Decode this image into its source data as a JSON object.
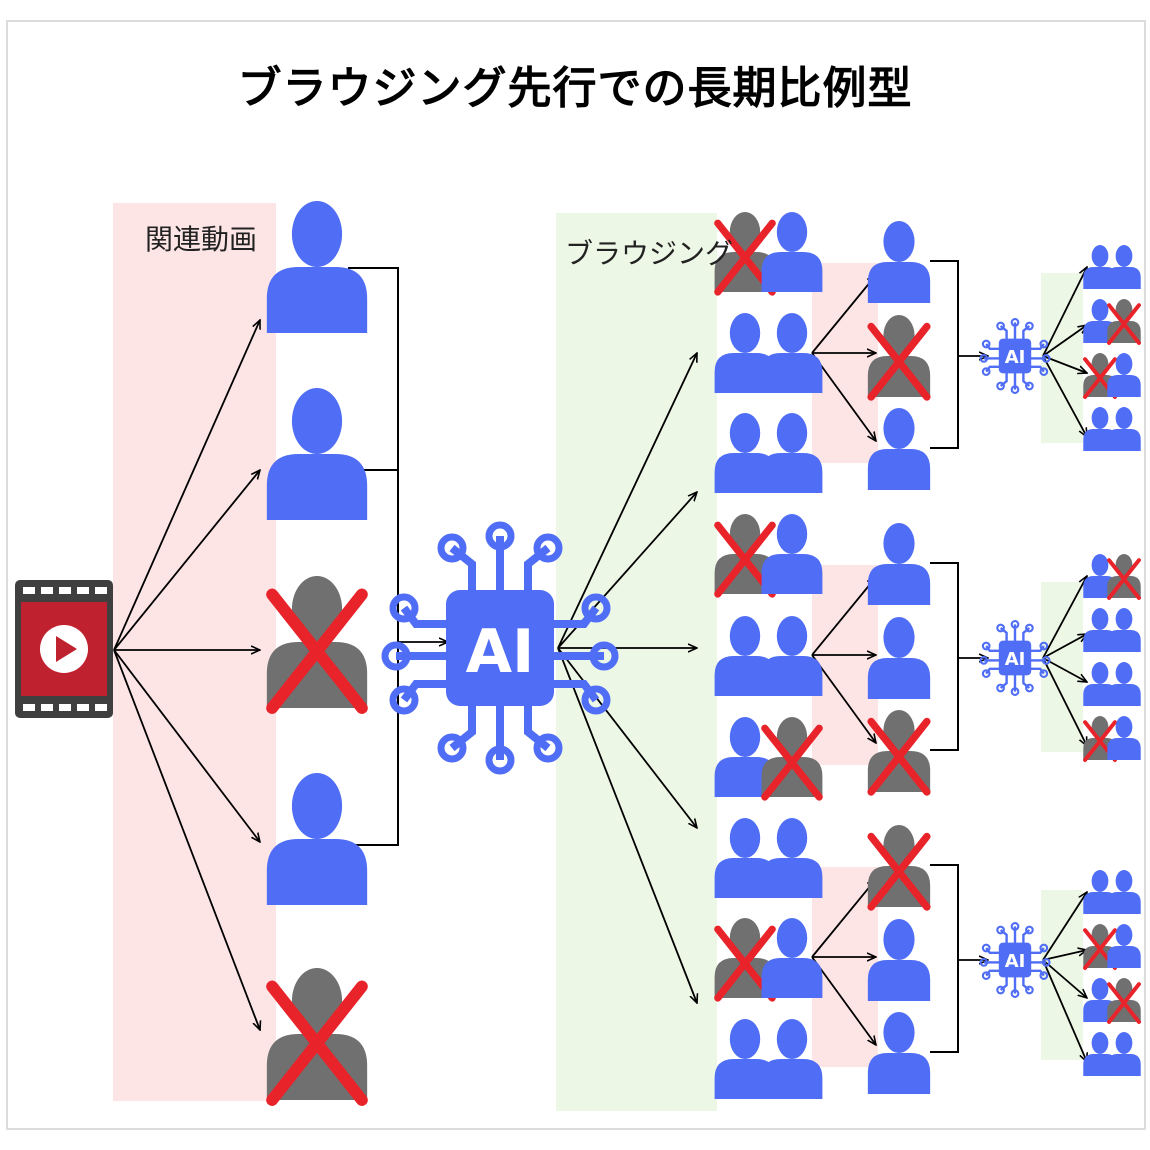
{
  "title": "ブラウジング先行での長期比例型",
  "labels": {
    "related": "関連動画",
    "browsing": "ブラウジング"
  },
  "icons": {
    "video": "video-play-icon",
    "ai": "ai-chip-icon",
    "person": "person-icon",
    "rejected": "rejected-person-icon"
  },
  "ai_text": "AI",
  "colors": {
    "active": "#4f6df5",
    "inactive": "#707070",
    "cross": "#e8232a",
    "pink_zone": "#fde5e6",
    "green_zone": "#edf7e6",
    "video_red": "#c0212e",
    "video_frame": "#3f3f3f"
  },
  "stage1_people": [
    true,
    true,
    false,
    true,
    false
  ],
  "grid_people": [
    [
      false,
      true
    ],
    [
      true,
      true
    ],
    [
      true,
      true
    ],
    [
      false,
      true
    ],
    [
      true,
      true
    ],
    [
      true,
      false
    ],
    [
      true,
      true
    ],
    [
      false,
      true
    ],
    [
      true,
      true
    ]
  ],
  "branches": [
    {
      "mid": [
        true,
        false,
        true
      ],
      "final": [
        [
          true,
          true
        ],
        [
          true,
          false
        ],
        [
          false,
          true
        ],
        [
          true,
          true
        ]
      ]
    },
    {
      "mid": [
        true,
        true,
        false
      ],
      "final": [
        [
          true,
          false
        ],
        [
          true,
          true
        ],
        [
          true,
          true
        ],
        [
          false,
          true
        ]
      ]
    },
    {
      "mid": [
        false,
        true,
        true
      ],
      "final": [
        [
          true,
          true
        ],
        [
          false,
          true
        ],
        [
          true,
          false
        ],
        [
          true,
          true
        ]
      ]
    }
  ]
}
